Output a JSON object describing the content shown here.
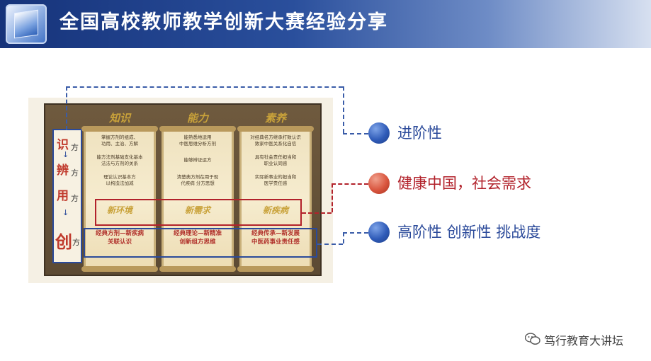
{
  "header": {
    "title": "全国高校教师教学创新大赛经验分享"
  },
  "figure": {
    "scrolls": [
      {
        "heading": "知识",
        "lines": [
          "掌握方剂的组成、",
          "功用、主治、方解",
          "",
          "能方法剂基础支化基本",
          "法法与方剂的关系",
          "",
          "理论认识基本方",
          "以构造法加减"
        ],
        "new_label": "新环境",
        "bottom_lines": [
          "经典方剂—新疾病",
          "关联认识"
        ]
      },
      {
        "heading": "能力",
        "lines": [
          "能熟悉地运用",
          "中医思维分析方剂",
          "",
          "能够辨证运方",
          "",
          "清楚典方剂在用于现",
          "代疾病 分方思想"
        ],
        "new_label": "新需求",
        "bottom_lines": [
          "经典理论—新精准",
          "创新组方思维"
        ]
      },
      {
        "heading": "素养",
        "lines": [
          "对经典名方继承打致认识",
          "致家中医关系化自信",
          "",
          "具有社会责任担当和",
          "职业认同感",
          "",
          "实际新事业的担当和",
          "医学责任感"
        ],
        "new_label": "新疾病",
        "bottom_lines": [
          "经典传承—新发展",
          "中医药事业责任感"
        ]
      }
    ],
    "left_column": {
      "chars": [
        "识",
        "辨",
        "用",
        "创"
      ],
      "suffix": "方"
    }
  },
  "bullets": [
    {
      "text": "进阶性",
      "color": "#2f5bb8"
    },
    {
      "text": "健康中国，社会需求",
      "color": "#d9553e"
    },
    {
      "text": "高阶性  创新性  挑战度",
      "color": "#2f5bb8"
    }
  ],
  "watermark": {
    "text": "笃行教育大讲坛"
  }
}
